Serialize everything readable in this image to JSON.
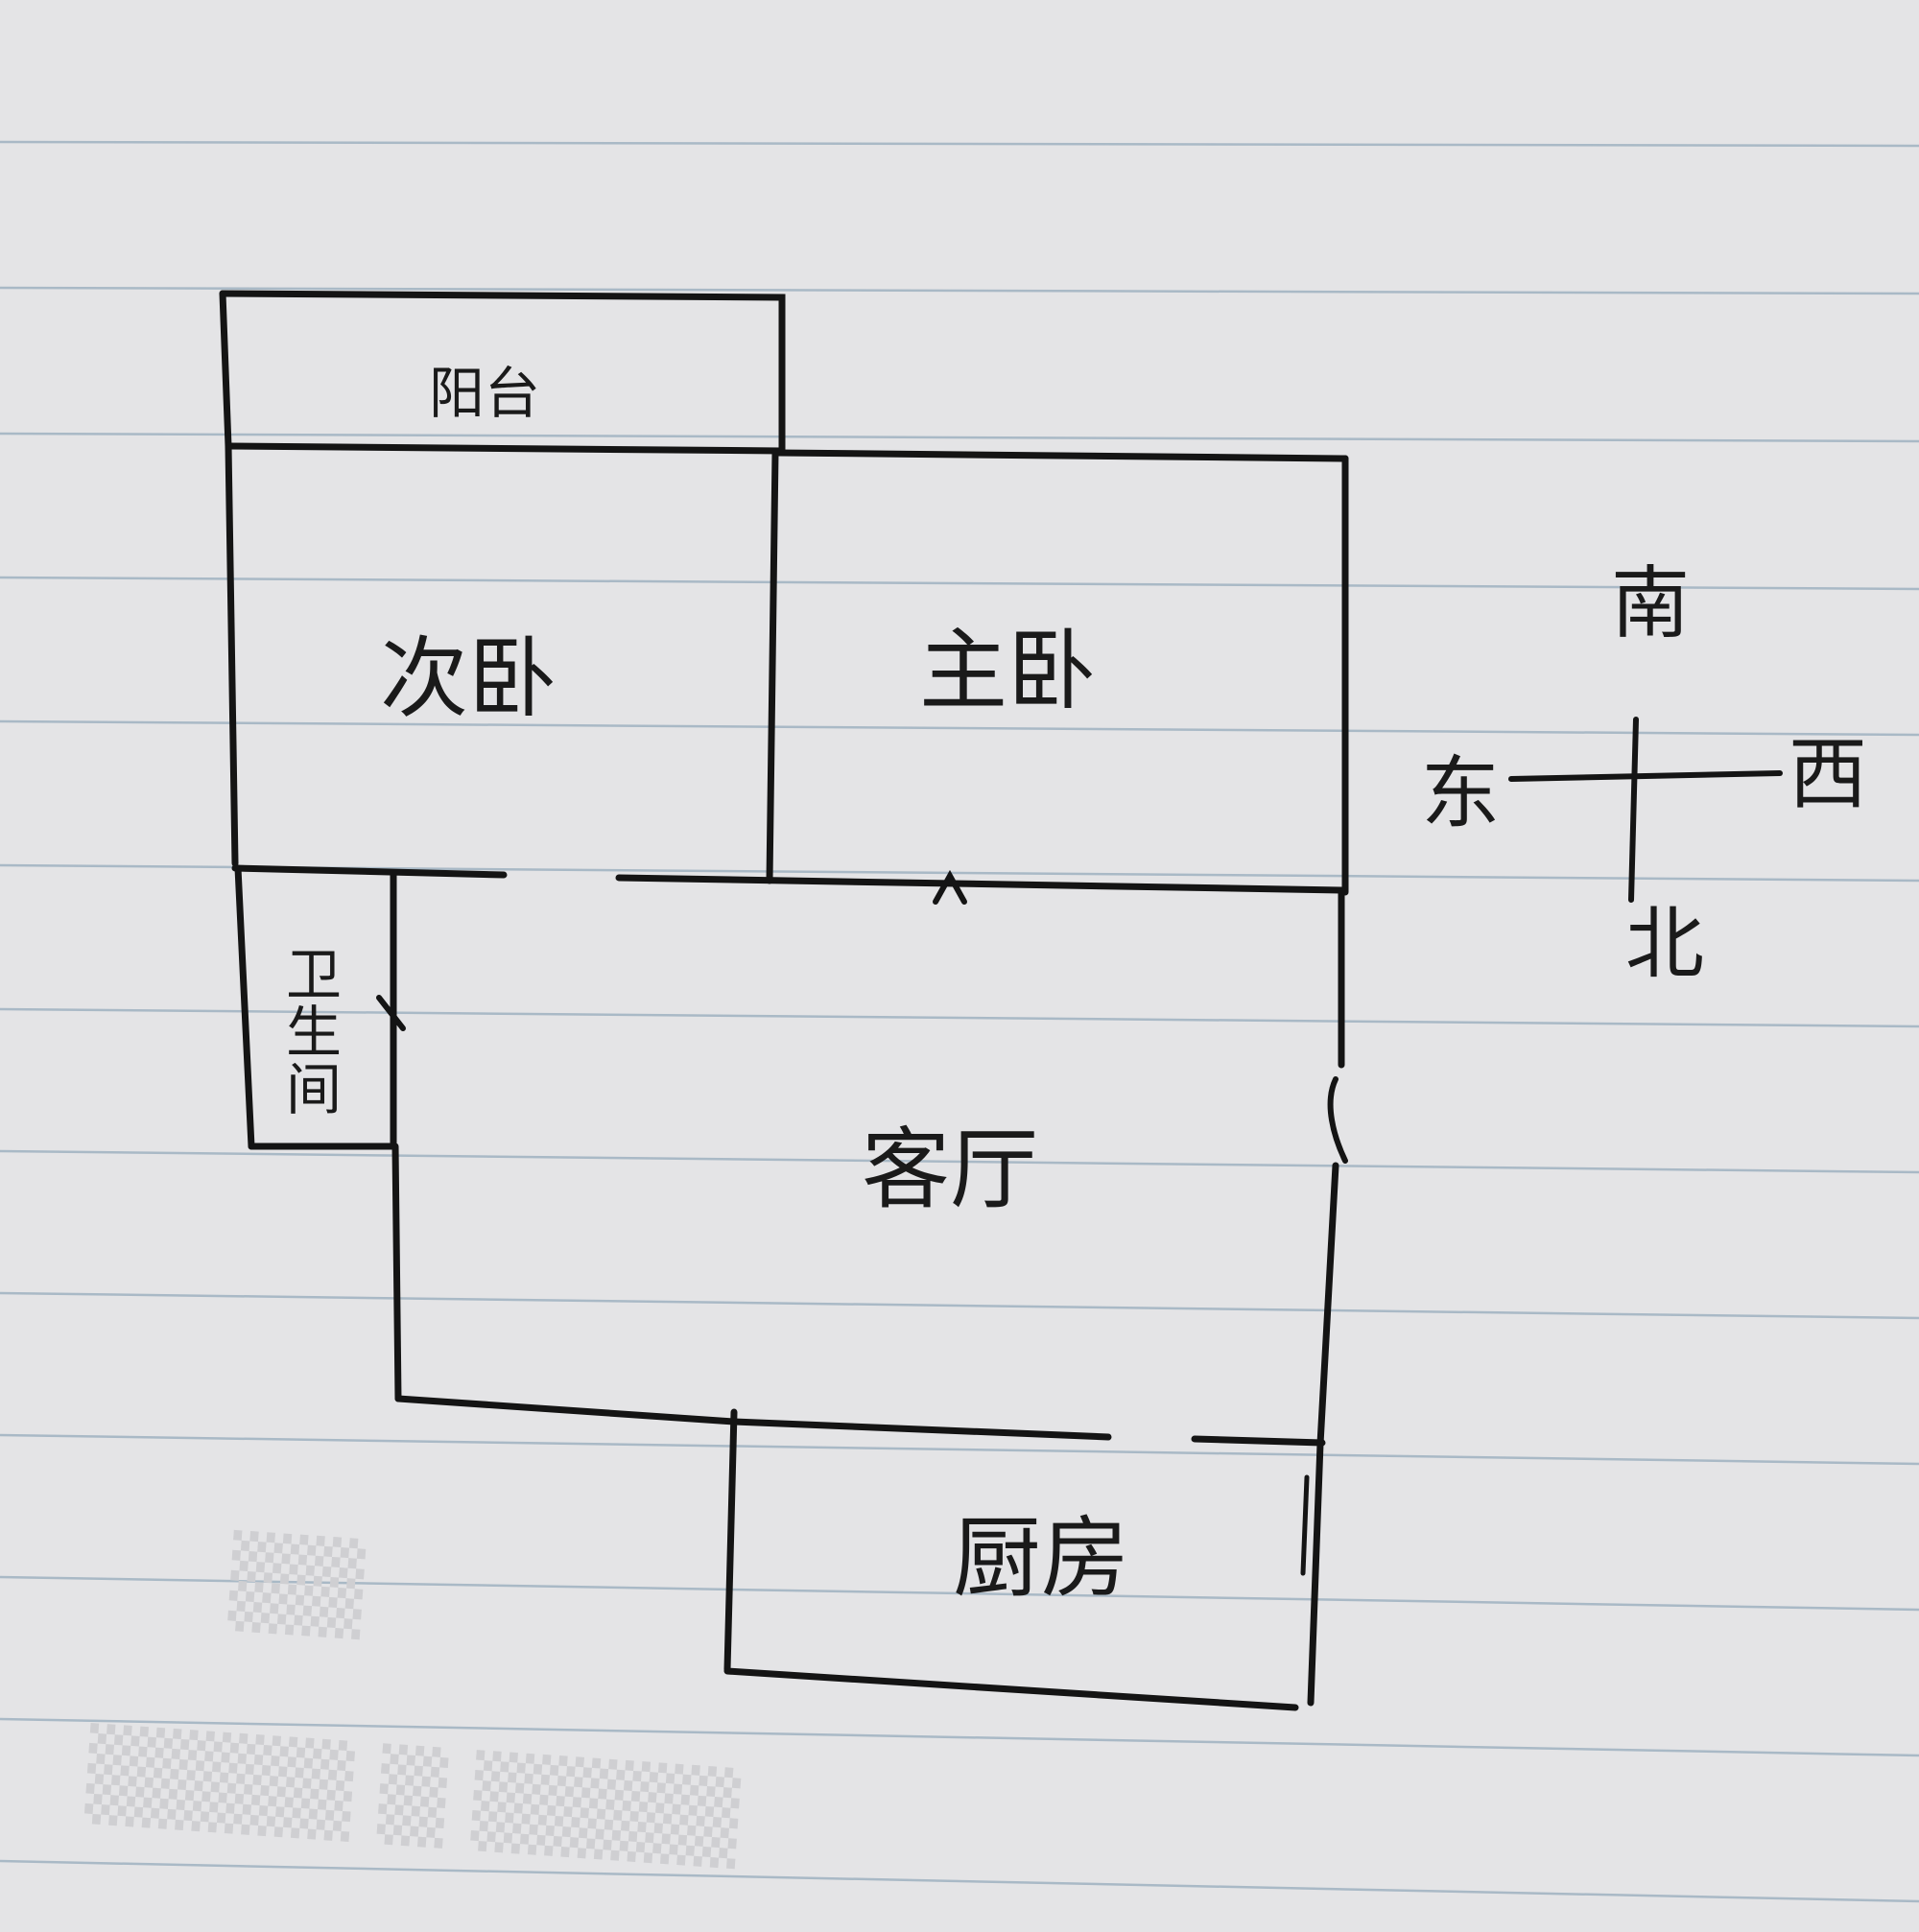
{
  "rooms": {
    "balcony": "阳台",
    "secondary_bedroom": "次卧",
    "master_bedroom": "主卧",
    "bathroom": "卫生间",
    "living_room": "客厅",
    "kitchen": "厨房"
  },
  "compass": {
    "south": "南",
    "north": "北",
    "east": "东",
    "west": "西"
  },
  "colors": {
    "paper": "#e4e4e6",
    "rule_line": "#a9b9c6",
    "ink": "#141414"
  }
}
